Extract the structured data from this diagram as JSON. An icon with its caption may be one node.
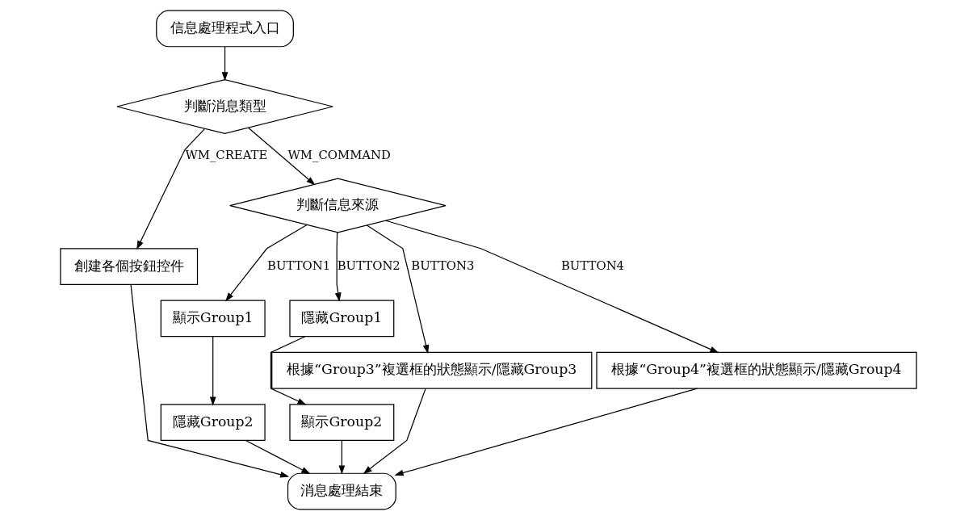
{
  "diagram": {
    "nodes": [
      {
        "text": [
          "信息處理程式入口"
        ]
      },
      {
        "text": [
          "判斷消息類型"
        ]
      },
      {
        "text": [
          "創建各個按鈕控件"
        ]
      },
      {
        "text": [
          "判斷信息來源"
        ]
      },
      {
        "text": [
          "顯示Group1"
        ]
      },
      {
        "text": [
          "隱藏Group2"
        ]
      },
      {
        "text": [
          "隱藏Group1"
        ]
      },
      {
        "text": [
          "顯示Group2"
        ]
      },
      {
        "text": [
          "根據“Group3”複選框的狀態顯示/隱藏Group3"
        ]
      },
      {
        "text": [
          "根據“Group4”複選框的狀態顯示/隱藏Group4"
        ]
      },
      {
        "text": [
          "消息處理結束"
        ]
      }
    ],
    "edges": [
      {
        "from": 0,
        "to": 1,
        "arrow": "to"
      },
      {
        "from": 1,
        "to": 2,
        "arrow": "to",
        "label": "WM_CREATE"
      },
      {
        "from": 1,
        "to": 3,
        "arrow": "to",
        "label": "WM_COMMAND"
      },
      {
        "from": 3,
        "to": 4,
        "arrow": "to",
        "label": "BUTTON1"
      },
      {
        "from": 3,
        "to": 6,
        "arrow": "to",
        "label": "BUTTON2"
      },
      {
        "from": 3,
        "to": 8,
        "arrow": "to",
        "label": "BUTTON3"
      },
      {
        "from": 3,
        "to": 9,
        "arrow": "to",
        "label": "BUTTON4"
      },
      {
        "from": 4,
        "to": 5,
        "arrow": "to"
      },
      {
        "from": 6,
        "to": 7,
        "arrow": "to"
      },
      {
        "from": 2,
        "to": 10,
        "arrow": "to"
      },
      {
        "from": 5,
        "to": 10,
        "arrow": "to"
      },
      {
        "from": 7,
        "to": 10,
        "arrow": "to"
      },
      {
        "from": 8,
        "to": 10,
        "arrow": "to"
      },
      {
        "from": 9,
        "to": 10,
        "arrow": "to"
      }
    ]
  }
}
